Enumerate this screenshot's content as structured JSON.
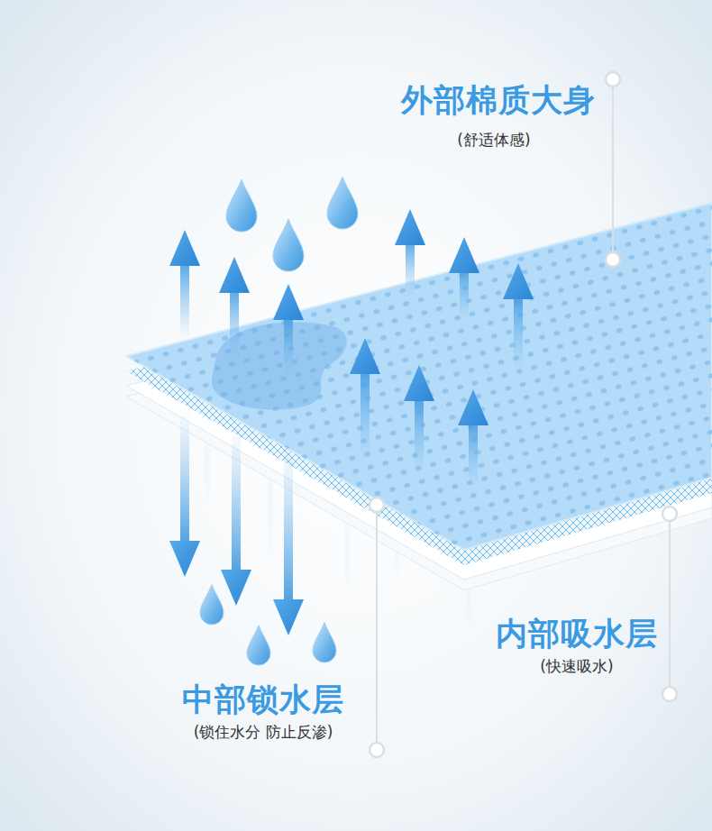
{
  "diagram": {
    "labels": [
      "外部棉质大身",
      "(舒适体感)",
      "内部吸水层",
      "(快速吸水)",
      "中部锁水层",
      "(锁住水分 防止反渗)"
    ]
  }
}
